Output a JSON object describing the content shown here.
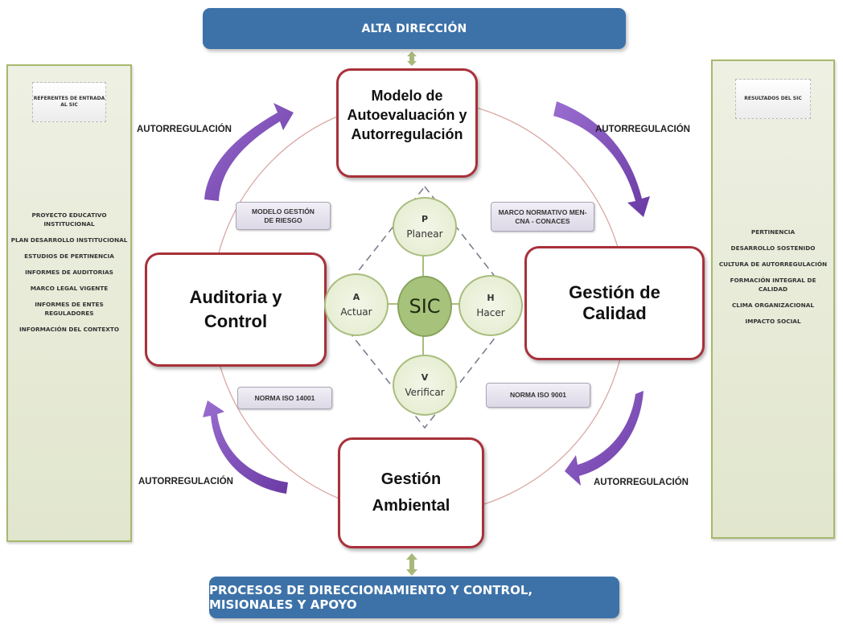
{
  "top_bar": {
    "label": "ALTA  DIRECCIÓN"
  },
  "bottom_bar": {
    "label": "PROCESOS DE DIRECCIONAMIENTO Y CONTROL, MISIONALES Y APOYO"
  },
  "left_panel": {
    "header": "REFERENTES DE ENTRADA AL SIC",
    "items": [
      "PROYECTO EDUCATIVO INSTITUCIONAL",
      "PLAN DESARROLLO INSTITUCIONAL",
      "ESTUDIOS DE PERTINENCIA",
      "INFORMES DE AUDITORIAS",
      "MARCO LEGAL VIGENTE",
      "INFORMES DE ENTES REGULADORES",
      "INFORMACIÓN DEL CONTEXTO"
    ]
  },
  "right_panel": {
    "header": "RESULTADOS DEL SIC",
    "items": [
      "PERTINENCIA",
      "DESARROLLO SOSTENIDO",
      "CULTURA DE AUTORREGULACIÓN",
      "FORMACIÓN INTEGRAL DE CALIDAD",
      "CLIMA ORGANIZACIONAL",
      "IMPACTO SOCIAL"
    ]
  },
  "main_boxes": {
    "top": "Modelo de Autoevaluación y Autorregulación",
    "left": "Auditoria y Control",
    "right": "Gestión de Calidad",
    "bottom": "Gestión Ambiental"
  },
  "label_boxes": {
    "riesgo": "MODELO  GESTIÓN DE RIESGO",
    "marco": "MARCO NORMATIVO MEN- CNA - CONACES",
    "iso14001": "NORMA ISO 14001",
    "iso9001": "NORMA ISO 9001"
  },
  "autorregulacion_labels": {
    "top_left": "AUTORREGULACIÓN",
    "top_right": "AUTORREGULACIÓN",
    "bottom_left": "AUTORREGULACIÓN",
    "bottom_right": "AUTORREGULACIÓN"
  },
  "pdca": {
    "center": "SIC",
    "plan": {
      "letter": "P",
      "word": "Planear"
    },
    "do": {
      "letter": "H",
      "word": "Hacer"
    },
    "check": {
      "letter": "V",
      "word": "Verificar"
    },
    "act": {
      "letter": "A",
      "word": "Actuar"
    }
  },
  "colors": {
    "bar_blue": "#3d72a8",
    "box_border_red": "#a8313a",
    "arrow_purple": "#7b4bb4",
    "panel_green": "#e6ead6",
    "circle_green": "#a7c27b"
  }
}
